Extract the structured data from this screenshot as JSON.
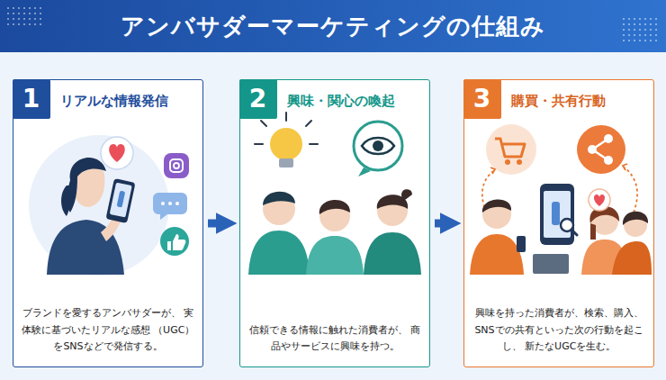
{
  "diagram": {
    "title": "アンバサダーマーケティングの仕組み",
    "nodes": [
      {
        "text": [
          "リアルな情報発信",
          "ブランドを愛するアンバサダーが、 実体験に基づいたリアルな感想 （UGC）をSNSなどで発信する。"
        ]
      },
      {
        "text": [
          "1"
        ],
        "in": 0
      },
      {
        "text": [
          "興味・関心の喚起",
          "信頼できる情報に触れた消費者が、 商品やサービスに興味を持つ。"
        ]
      },
      {
        "text": [
          "2"
        ],
        "in": 2
      },
      {
        "text": [
          "購買・共有行動",
          "興味を持った消費者が、検索、購入、 SNSでの共有といった次の行動を起こし、 新たなUGCを生む。"
        ]
      },
      {
        "text": [
          "3"
        ],
        "in": 4
      }
    ],
    "edges": [
      {
        "from": 0,
        "to": 2,
        "arrow": "to"
      },
      {
        "from": 2,
        "to": 4,
        "arrow": "to"
      }
    ]
  }
}
